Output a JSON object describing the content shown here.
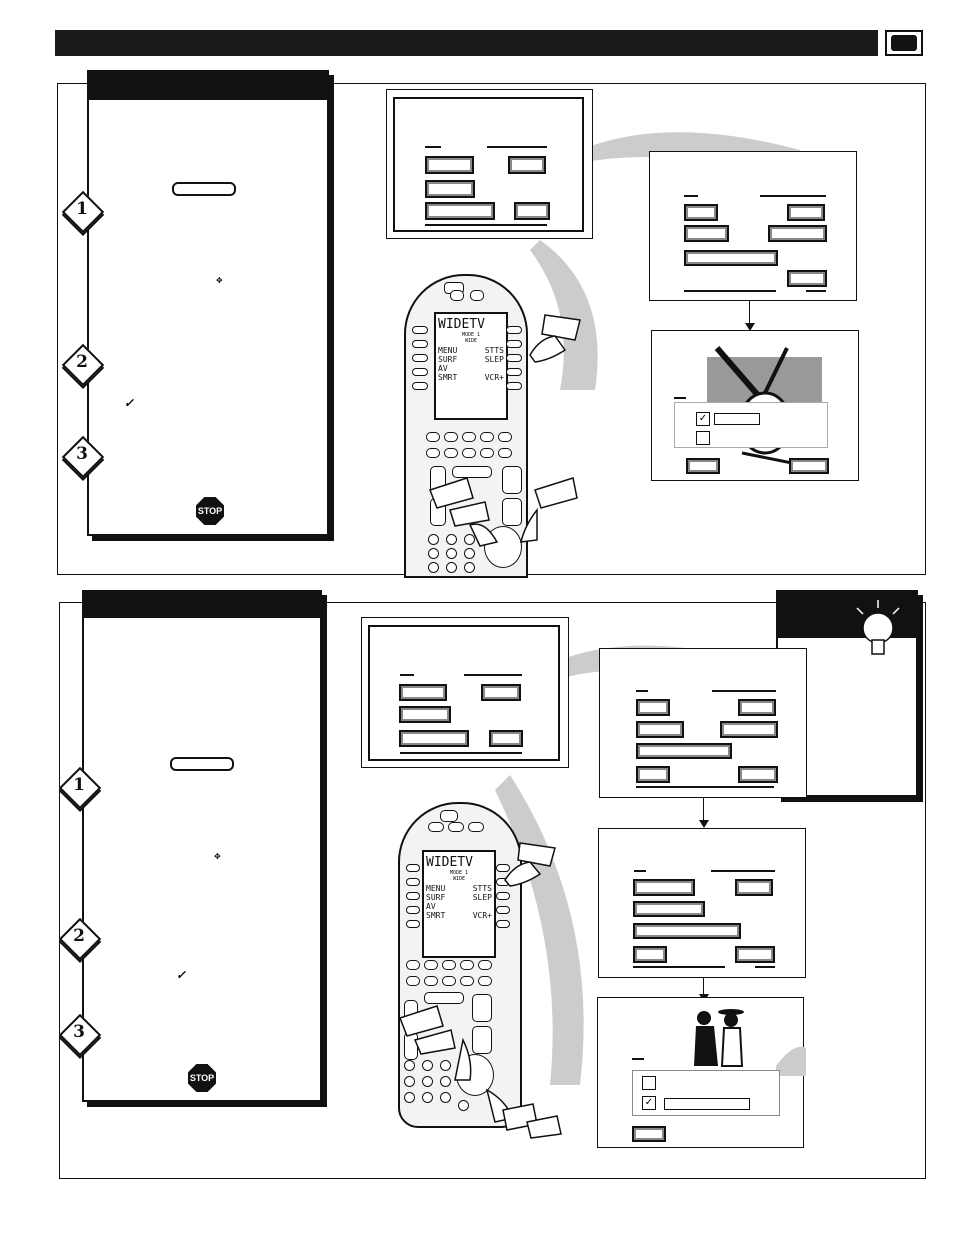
{
  "header": {
    "page_number": ""
  },
  "section1": {
    "steps": [
      {
        "num": "1"
      },
      {
        "num": "2"
      },
      {
        "num": "3"
      }
    ],
    "stop_label": "STOP"
  },
  "section2": {
    "steps": [
      {
        "num": "1"
      },
      {
        "num": "2"
      },
      {
        "num": "3"
      }
    ],
    "stop_label": "STOP"
  },
  "remote": {
    "lcd_title": "WIDETV",
    "lcd_mode": "MODE 1",
    "lcd_sub": "WIDE",
    "lcd_rows": [
      [
        "MENU",
        "STTS"
      ],
      [
        "SURF",
        "SLEP"
      ],
      [
        "AV",
        ""
      ],
      [
        "SMRT",
        "VCR+"
      ]
    ]
  },
  "icons": [
    "check-icon",
    "stop-sign-icon",
    "lightbulb-icon",
    "hand-pointer-icon",
    "arrow-down-icon"
  ]
}
